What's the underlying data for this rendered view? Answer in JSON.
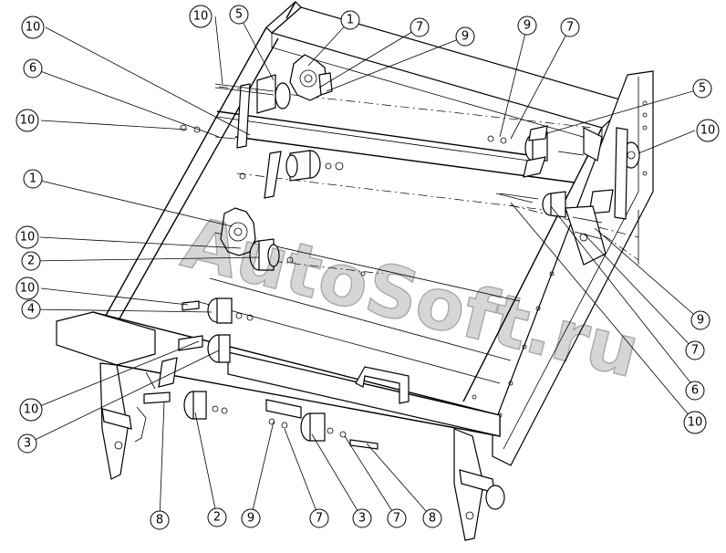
{
  "watermark": "AutoSoft.ru",
  "callouts": [
    {
      "label": "10"
    },
    {
      "label": "10"
    },
    {
      "label": "5"
    },
    {
      "label": "1"
    },
    {
      "label": "7"
    },
    {
      "label": "9"
    },
    {
      "label": "9"
    },
    {
      "label": "7"
    },
    {
      "label": "6"
    },
    {
      "label": "5"
    },
    {
      "label": "10"
    },
    {
      "label": "10"
    },
    {
      "label": "1"
    },
    {
      "label": "10"
    },
    {
      "label": "2"
    },
    {
      "label": "10"
    },
    {
      "label": "4"
    },
    {
      "label": "9"
    },
    {
      "label": "7"
    },
    {
      "label": "6"
    },
    {
      "label": "10"
    },
    {
      "label": "10"
    },
    {
      "label": "3"
    },
    {
      "label": "8"
    },
    {
      "label": "2"
    },
    {
      "label": "9"
    },
    {
      "label": "7"
    },
    {
      "label": "3"
    },
    {
      "label": "7"
    },
    {
      "label": "8"
    }
  ]
}
